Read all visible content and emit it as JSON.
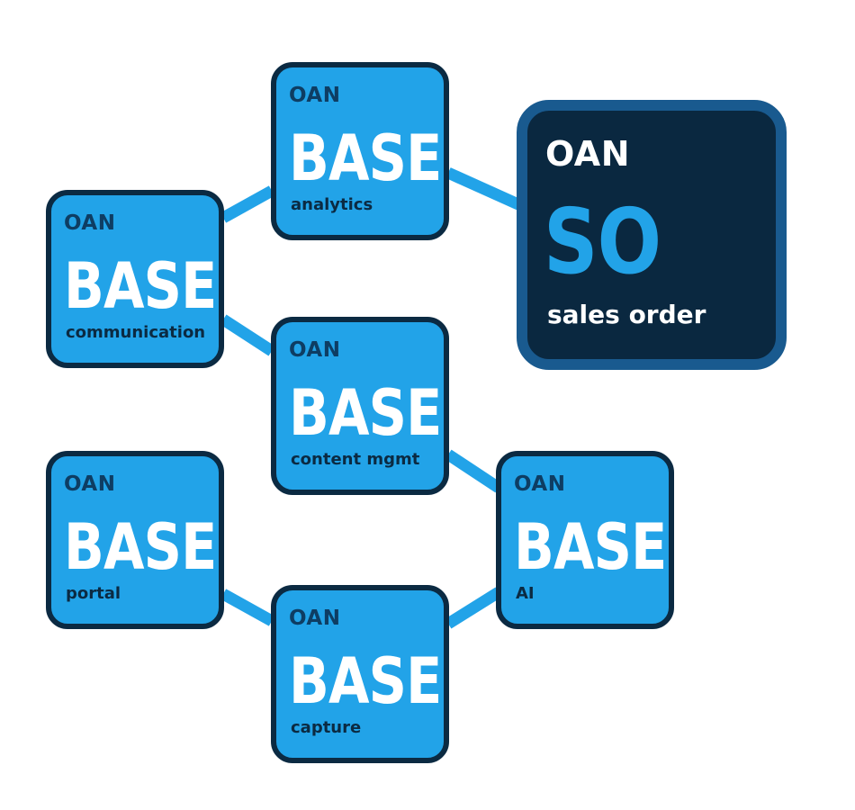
{
  "colors": {
    "tile_fill": "#22a3e8",
    "tile_border": "#0b2a42",
    "connector": "#22a3e8",
    "featured_fill": "#0a2840",
    "featured_border": "#195a8f",
    "featured_code": "#22a3e8"
  },
  "modules": [
    {
      "id": "analytics",
      "brand": "OAN",
      "code": "BASE",
      "label": "analytics"
    },
    {
      "id": "communication",
      "brand": "OAN",
      "code": "BASE",
      "label": "communication"
    },
    {
      "id": "content-mgmt",
      "brand": "OAN",
      "code": "BASE",
      "label": "content mgmt"
    },
    {
      "id": "portal",
      "brand": "OAN",
      "code": "BASE",
      "label": "portal"
    },
    {
      "id": "ai",
      "brand": "OAN",
      "code": "BASE",
      "label": "AI"
    },
    {
      "id": "capture",
      "brand": "OAN",
      "code": "BASE",
      "label": "capture"
    }
  ],
  "featured": {
    "id": "sales-order",
    "brand": "OAN",
    "code": "SO",
    "label": "sales order"
  },
  "connections": [
    [
      "communication",
      "analytics"
    ],
    [
      "analytics",
      "sales-order"
    ],
    [
      "communication",
      "content-mgmt"
    ],
    [
      "content-mgmt",
      "ai"
    ],
    [
      "portal",
      "capture"
    ],
    [
      "capture",
      "ai"
    ]
  ]
}
